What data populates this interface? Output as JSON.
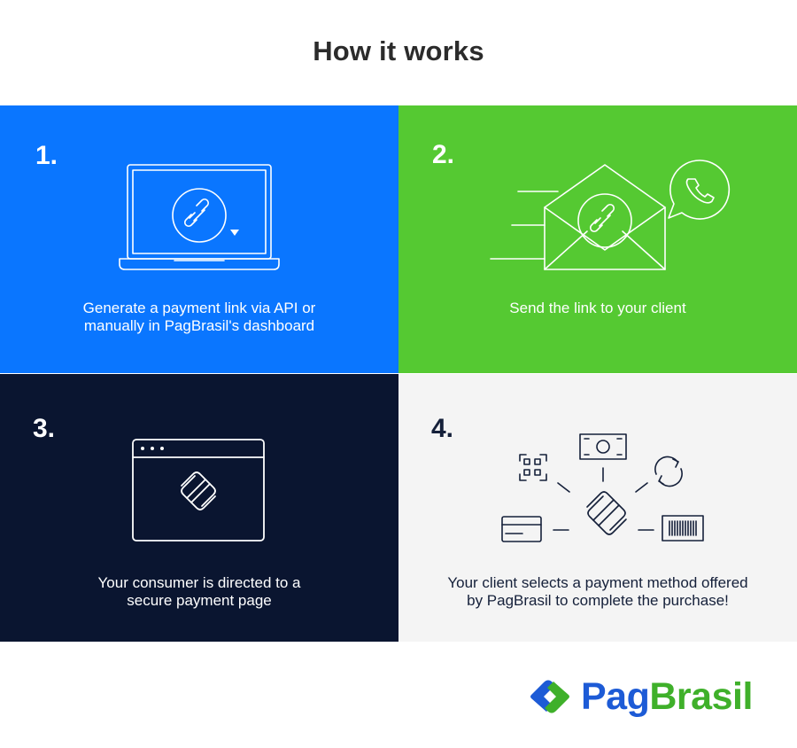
{
  "title": "How it works",
  "steps": [
    {
      "number": "1.",
      "text_line1": "Generate a payment link via API or",
      "text_line2": "manually in PagBrasil's dashboard",
      "icon": "laptop-link-icon",
      "color": "#0a76ff"
    },
    {
      "number": "2.",
      "text_line1": "Send the link to your client",
      "text_line2": "",
      "icon": "envelope-whatsapp-icon",
      "color": "#55c932"
    },
    {
      "number": "3.",
      "text_line1": "Your consumer is directed to a",
      "text_line2": "secure payment page",
      "icon": "browser-window-icon",
      "color": "#0a1530"
    },
    {
      "number": "4.",
      "text_line1": "Your client selects a payment method offered",
      "text_line2": "by PagBrasil to complete the purchase!",
      "icon": "payment-methods-icon",
      "color": "#f4f4f4"
    }
  ],
  "logo": {
    "part1": "Pag",
    "part2": "Brasil",
    "primary_color": "#1d5bd6",
    "secondary_color": "#3fb02a"
  }
}
